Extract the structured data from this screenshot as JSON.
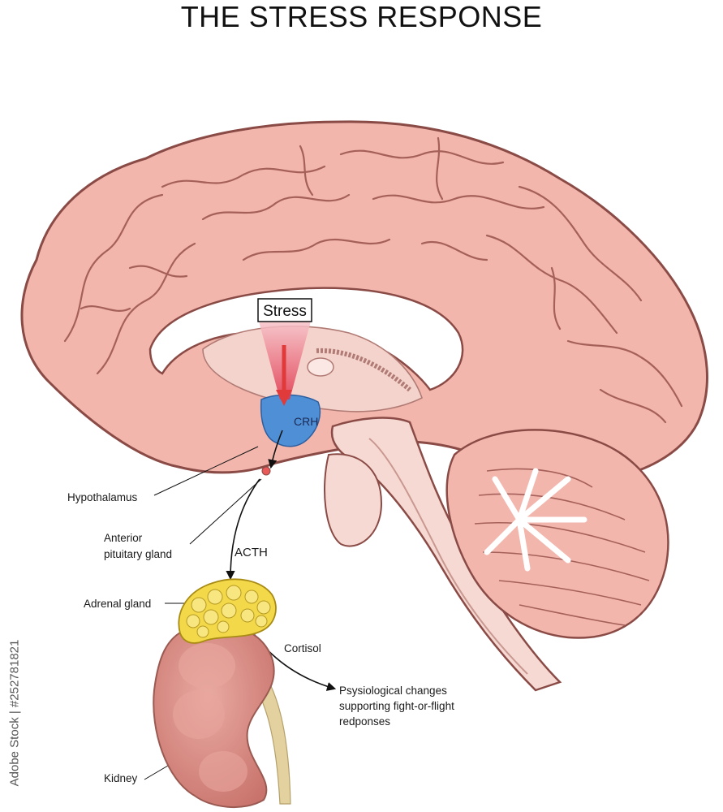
{
  "title": "THE STRESS RESPONSE",
  "labels": {
    "stress": "Stress",
    "crh": "CRH",
    "hypothalamus": "Hypothalamus",
    "anterior_pituitary_line1": "Anterior",
    "anterior_pituitary_line2": "pituitary gland",
    "acth": "ACTH",
    "adrenal_gland": "Adrenal gland",
    "cortisol": "Cortisol",
    "changes_line1": "Psysiological changes",
    "changes_line2": "supporting fight-or-flight",
    "changes_line3": "redponses",
    "kidney": "Kidney"
  },
  "watermark_id": "Adobe Stock | #252781821",
  "colors": {
    "brain_fill": "#f2b6ad",
    "brain_outline": "#8a4a45",
    "hypothalamus": "#4f8fd6",
    "stress_arrow": "#e03a3a",
    "adrenal": "#f3d84a",
    "kidney": "#d98f86",
    "ureter": "#e3d2a0"
  },
  "icons": [
    "brain-illustration",
    "kidney-illustration",
    "adrenal-gland-illustration",
    "arrow-icon"
  ]
}
